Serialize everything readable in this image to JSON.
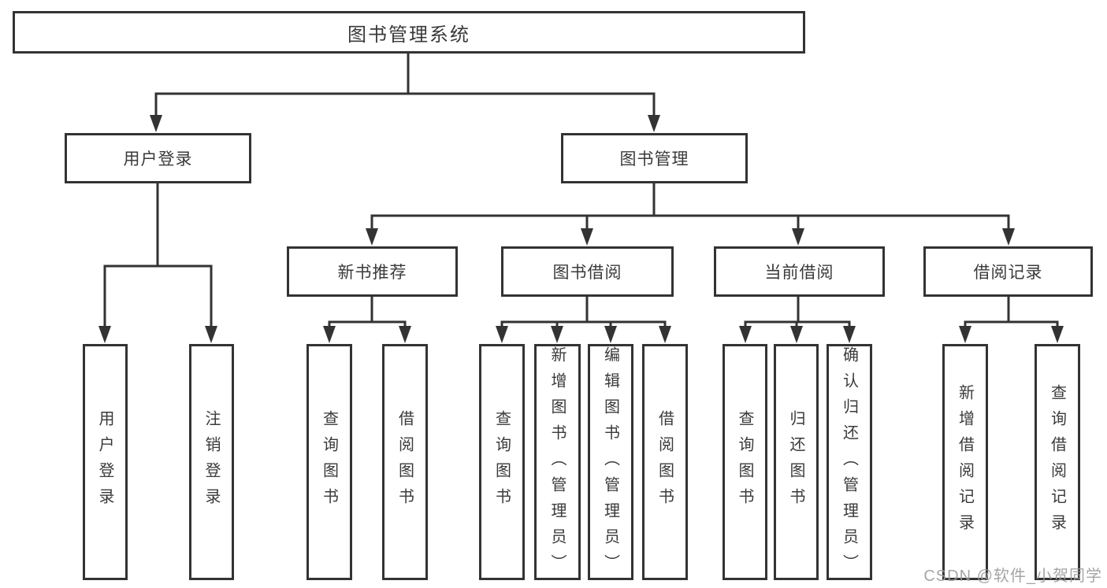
{
  "diagram": {
    "title": "图书管理系统",
    "branches": [
      {
        "label": "用户登录",
        "children": [
          {
            "label": "用户登录"
          },
          {
            "label": "注销登录"
          }
        ]
      },
      {
        "label": "图书管理",
        "children": [
          {
            "label": "新书推荐",
            "children": [
              {
                "label": "查询图书"
              },
              {
                "label": "借阅图书"
              }
            ]
          },
          {
            "label": "图书借阅",
            "children": [
              {
                "label": "查询图书"
              },
              {
                "label": "新增图书（管理员）"
              },
              {
                "label": "编辑图书（管理员）"
              },
              {
                "label": "借阅图书"
              }
            ]
          },
          {
            "label": "当前借阅",
            "children": [
              {
                "label": "查询图书"
              },
              {
                "label": "归还图书"
              },
              {
                "label": "确认归还（管理员）"
              }
            ]
          },
          {
            "label": "借阅记录",
            "children": [
              {
                "label": "新增借阅记录"
              },
              {
                "label": "查询借阅记录"
              }
            ]
          }
        ]
      }
    ]
  },
  "watermark": {
    "text": "CSDN @软件_小贺同学"
  },
  "colors": {
    "line": "#333333",
    "text": "#3a3a3a",
    "background": "#ffffff",
    "watermark": "#9c9c9c"
  }
}
